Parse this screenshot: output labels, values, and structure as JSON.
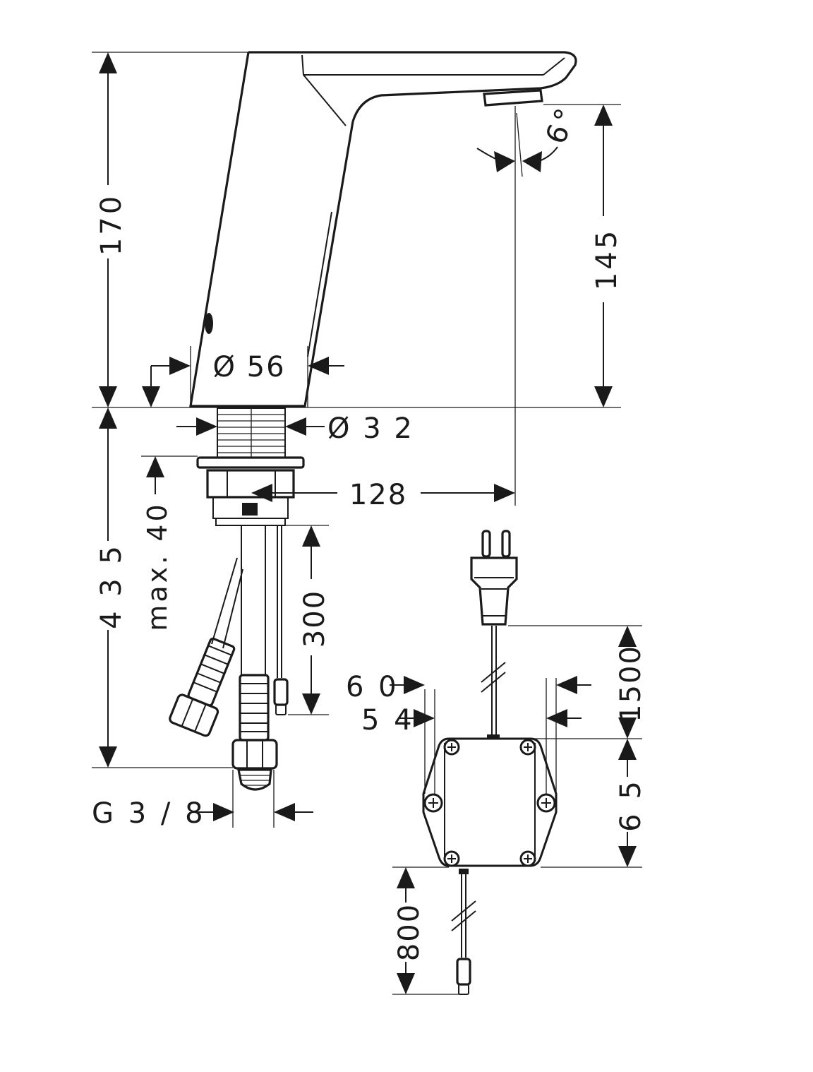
{
  "dimensions": {
    "height_total": "170",
    "outlet_height": "145",
    "angle": "6°",
    "body_diameter": "Ø 56",
    "shank_diameter": "Ø  3 2",
    "projection": "128",
    "max_thickness": "max. 40",
    "below_counter": "4 3 5",
    "hose_length": "300",
    "thread": "G  3 / 8",
    "box_width_outer": "6 0",
    "box_width_inner": "5 4",
    "power_cable": "1500",
    "box_height": "6 5",
    "sensor_cable": "800"
  }
}
